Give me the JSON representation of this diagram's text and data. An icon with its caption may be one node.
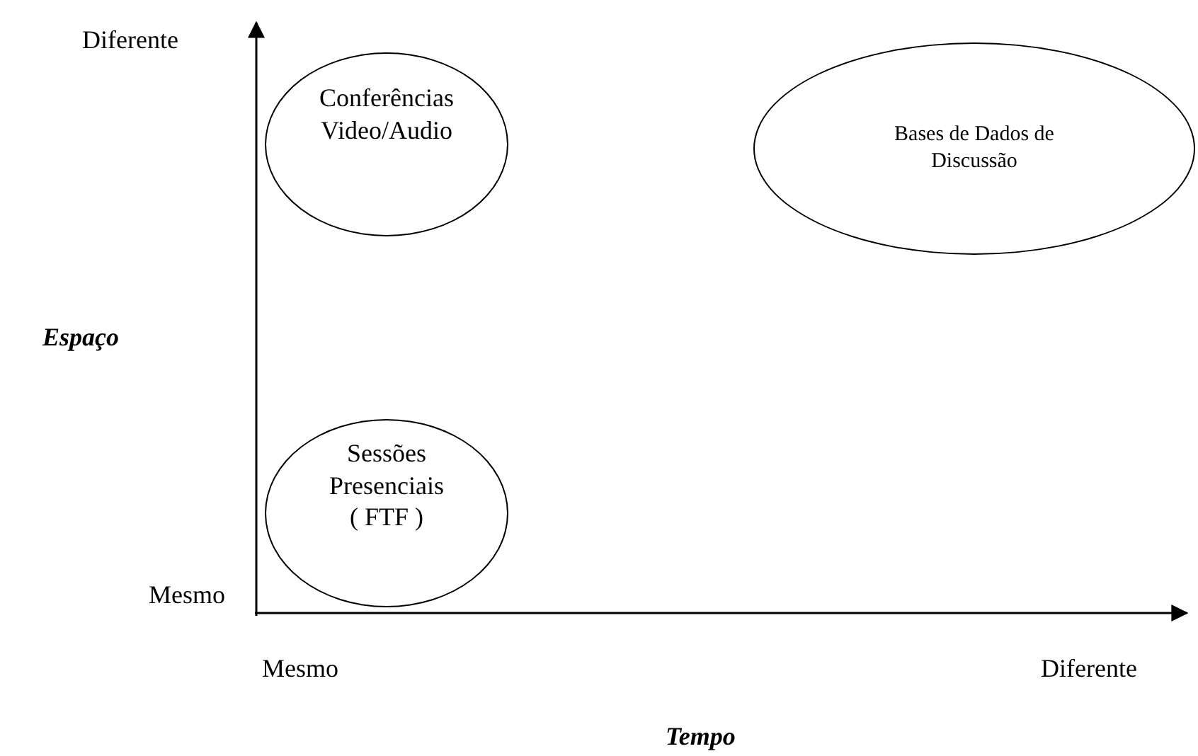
{
  "diagram": {
    "nodes": [
      {
        "text": [
          "Conferências Video/Audio"
        ]
      },
      {
        "text": [
          "Bases de Dados de Discussão"
        ]
      },
      {
        "text": [
          "Sessões Presenciais ( FTF )"
        ]
      }
    ],
    "edges": [],
    "labels": [
      "Diferente",
      "Espaço",
      "Mesmo",
      "Mesmo",
      "Diferente",
      "Tempo"
    ]
  }
}
